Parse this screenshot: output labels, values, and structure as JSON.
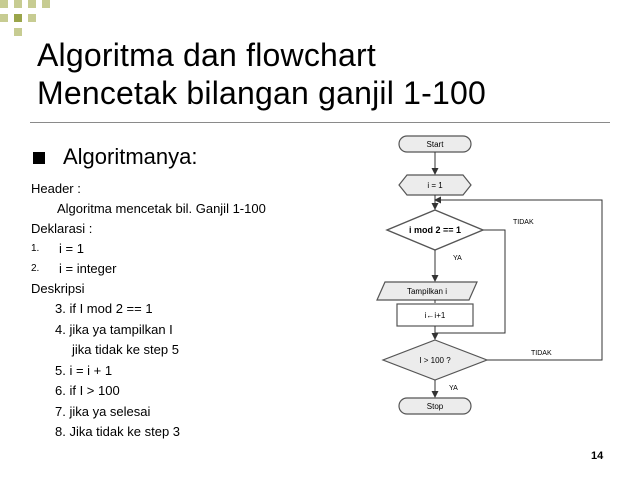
{
  "slide": {
    "title_line1": "Algoritma dan flowchart",
    "title_line2": "Mencetak bilangan ganjil 1-100",
    "bullet": "Algoritmanya:",
    "page_number": "14"
  },
  "algorithm": {
    "header_label": "Header :",
    "header_text": "Algoritma mencetak bil. Ganjil 1-100",
    "declaration_label": "Deklarasi :",
    "declarations": [
      {
        "num": "1.",
        "text": "i = 1"
      },
      {
        "num": "2.",
        "text": "i = integer"
      }
    ],
    "description_label": "Deskripsi",
    "steps": [
      "3. if I mod 2 == 1",
      "4. jika ya tampilkan I",
      "jika tidak ke step 5",
      "5. i = i + 1",
      "6. if I > 100",
      "7.  jika ya selesai",
      "8. Jika tidak ke step 3"
    ]
  },
  "flowchart": {
    "start": "Start",
    "init": "i = 1",
    "decision1": "i mod 2 == 1",
    "output": "Tampilkan i",
    "process": "i←i+1",
    "decision2": "I > 100 ?",
    "end": "Stop",
    "yes1": "YA",
    "no1": "TIDAK",
    "yes2": "YA",
    "no2": "TIDAK"
  },
  "colors": {
    "deco_dark": "#9aa54a",
    "deco_light": "#c7cc92",
    "flow_fill": "#ececec",
    "flow_stroke": "#555555"
  }
}
